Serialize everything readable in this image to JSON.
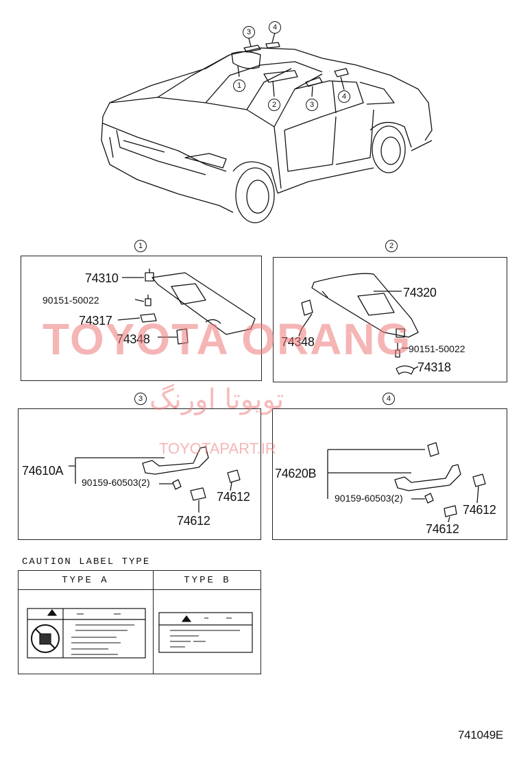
{
  "overview": {
    "callouts": [
      "1",
      "2",
      "3",
      "3",
      "4",
      "4"
    ]
  },
  "watermark": {
    "latin": "TOYOTA ORANG",
    "persian": "تویوتا اورنگ",
    "site": "TOYOTAPART.IR"
  },
  "panels": [
    {
      "index": "1",
      "parts": [
        "74310",
        "90151-50022",
        "74317",
        "74348"
      ]
    },
    {
      "index": "2",
      "parts": [
        "74320",
        "74348",
        "90151-50022",
        "74318"
      ]
    },
    {
      "index": "3",
      "parts": [
        "74610A",
        "90159-60503(2)",
        "74612",
        "74612"
      ]
    },
    {
      "index": "4",
      "parts": [
        "74620B",
        "90159-60503(2)",
        "74612",
        "74612"
      ]
    }
  ],
  "caution": {
    "title": "CAUTION  LABEL TYPE",
    "type_a": "TYPE  A",
    "type_b": "TYPE  B"
  },
  "figure_code": "741049E"
}
